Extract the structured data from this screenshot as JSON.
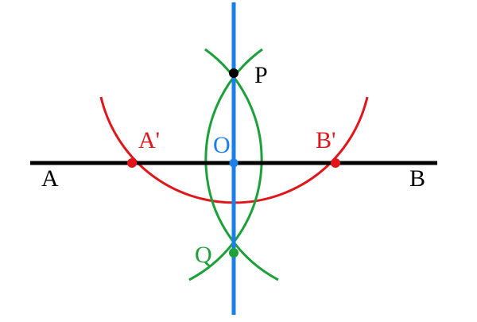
{
  "labels": {
    "A": "A",
    "B": "B",
    "A_prime": "A'",
    "B_prime": "B'",
    "O": "O",
    "P": "P",
    "Q": "Q"
  },
  "colors": {
    "segment": "#000000",
    "bisector": "#1a7fe8",
    "red_arc": "#e0161a",
    "green_arcs": "#1ca03a",
    "point_P": "#000000"
  }
}
